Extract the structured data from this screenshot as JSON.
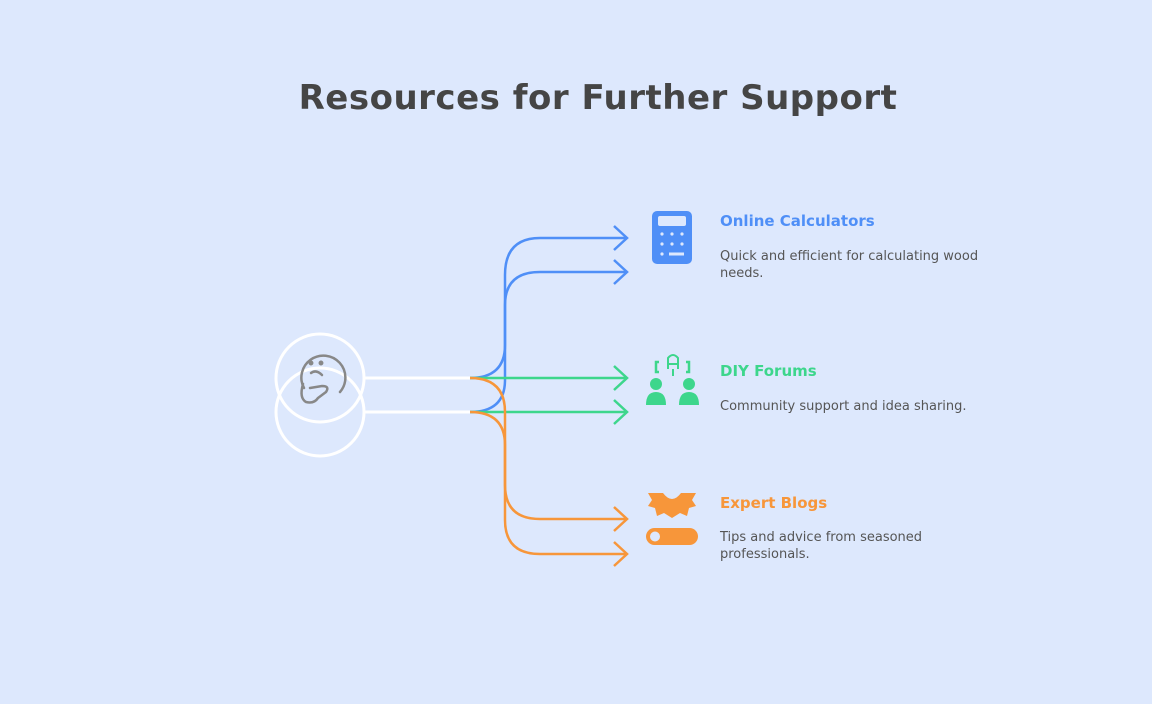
{
  "title": "Resources for Further Support",
  "colors": {
    "blue": "#4f8ff7",
    "green": "#3dd68c",
    "orange": "#f7963a",
    "background": "#dde8fd"
  },
  "center_icon": "thinking-face-icon",
  "items": [
    {
      "title": "Online Calculators",
      "description": "Quick and efficient for calculating wood needs.",
      "icon": "calculator-icon",
      "color": "#4f8ff7"
    },
    {
      "title": "DIY Forums",
      "description": "Community support and idea sharing.",
      "icon": "forum-people-icon",
      "color": "#3dd68c"
    },
    {
      "title": "Expert Blogs",
      "description": "Tips and advice from seasoned professionals.",
      "icon": "gear-toggle-icon",
      "color": "#f7963a"
    }
  ]
}
